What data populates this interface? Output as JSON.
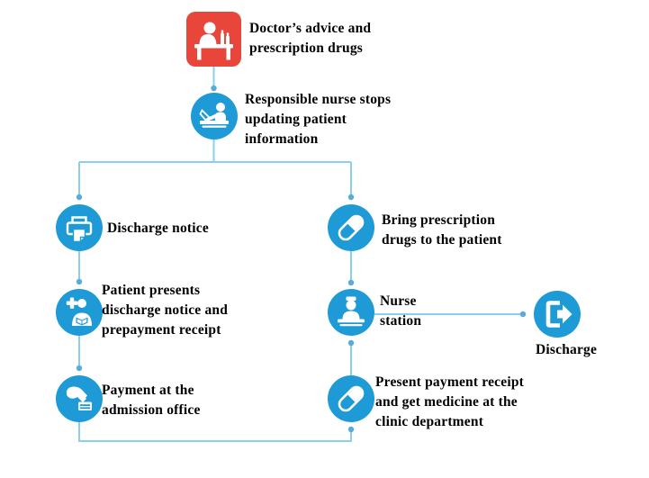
{
  "diagram_type": "flowchart",
  "colors": {
    "doctor_node": "#e8463b",
    "process_node": "#1e9ad6",
    "connector": "#8ccfec",
    "connector_dot": "#58acdb",
    "label_text": "#000000",
    "icon_glyph": "#ffffff",
    "canvas_bg": "#ffffff"
  },
  "nodes": [
    {
      "id": "doctor-advice",
      "icon": "doctor-desk-icon",
      "shape": "rounded-square",
      "label": "Doctor’s advice and\nprescription drugs"
    },
    {
      "id": "nurse-stops-updating",
      "icon": "nurse-computer-icon",
      "shape": "circle",
      "label": "Responsible nurse stops\nupdating patient\ninformation"
    },
    {
      "id": "discharge-notice",
      "icon": "printer-icon",
      "shape": "circle",
      "label": "Discharge notice"
    },
    {
      "id": "patient-presents",
      "icon": "patient-icon",
      "shape": "circle",
      "label": "Patient presents\ndischarge notice and\nprepayment receipt"
    },
    {
      "id": "payment-admission",
      "icon": "payment-hand-icon",
      "shape": "circle",
      "label": "Payment at the\nadmission office"
    },
    {
      "id": "bring-drugs",
      "icon": "pill-icon",
      "shape": "circle",
      "label": "Bring prescription\ndrugs to the patient"
    },
    {
      "id": "nurse-station",
      "icon": "nurse-station-icon",
      "shape": "circle",
      "label": "Nurse\nstation"
    },
    {
      "id": "present-receipt",
      "icon": "pill-icon",
      "shape": "circle",
      "label": "Present payment receipt\nand get medicine at the\nclinic department"
    },
    {
      "id": "discharge",
      "icon": "exit-door-icon",
      "shape": "circle",
      "label": "Discharge"
    }
  ]
}
